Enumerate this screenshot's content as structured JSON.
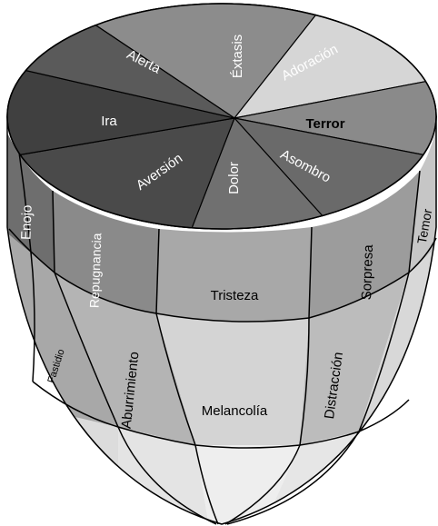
{
  "diagram": {
    "top_ring": [
      {
        "label": "Éxtasis",
        "fill": "#8c8c8c",
        "text_color": "#ffffff"
      },
      {
        "label": "Adoración",
        "fill": "#d6d6d6",
        "text_color": "#ffffff"
      },
      {
        "label": "Terror",
        "fill": "#8a8a8a",
        "text_color": "#000000"
      },
      {
        "label": "Asombro",
        "fill": "#6a6a6a",
        "text_color": "#ffffff"
      },
      {
        "label": "Dolor",
        "fill": "#707070",
        "text_color": "#ffffff"
      },
      {
        "label": "Aversión",
        "fill": "#4a4a4a",
        "text_color": "#ffffff"
      },
      {
        "label": "Ira",
        "fill": "#404040",
        "text_color": "#ffffff"
      },
      {
        "label": "Alerta",
        "fill": "#5a5a5a",
        "text_color": "#ffffff"
      }
    ],
    "upper_band": [
      {
        "label": "Enojo",
        "fill": "#6e6e6e",
        "text_color": "#ffffff"
      },
      {
        "label": "Repugnancia",
        "fill": "#8a8a8a",
        "text_color": "#ffffff"
      },
      {
        "label": "Tristeza",
        "fill": "#a8a8a8",
        "text_color": "#000000"
      },
      {
        "label": "Sorpresa",
        "fill": "#9c9c9c",
        "text_color": "#000000"
      },
      {
        "label": "Temor",
        "fill": "#c6c6c6",
        "text_color": "#000000"
      }
    ],
    "middle_band": [
      {
        "label": "Fastidio",
        "fill": "#a8a8a8",
        "text_color": "#000000"
      },
      {
        "label": "Aburrimiento",
        "fill": "#b4b4b4",
        "text_color": "#000000"
      },
      {
        "label": "Melancolía",
        "fill": "#d4d4d4",
        "text_color": "#000000"
      },
      {
        "label": "Distracción",
        "fill": "#bcbcbc",
        "text_color": "#000000"
      },
      {
        "label": "",
        "fill": "#d8d8d8",
        "text_color": "#000000"
      }
    ],
    "bottom_band": [
      {
        "label": "",
        "fill": "#dcdcdc"
      },
      {
        "label": "",
        "fill": "#e4e4e4"
      },
      {
        "label": "",
        "fill": "#eeeeee"
      },
      {
        "label": "",
        "fill": "#e6e6e6"
      },
      {
        "label": "",
        "fill": "#e8e8e8"
      }
    ],
    "outline_color": "#000000"
  }
}
